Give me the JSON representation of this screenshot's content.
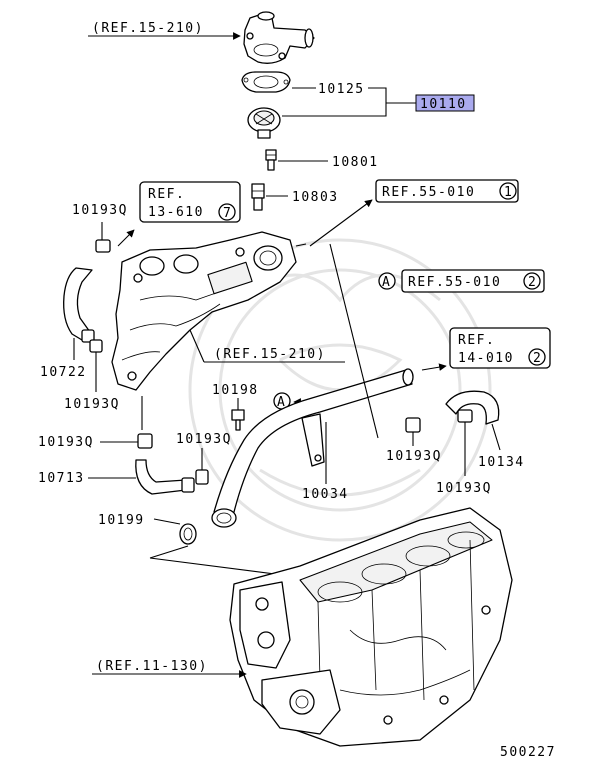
{
  "diagram": {
    "ref_top": "(REF.15-210)",
    "ref_mid": "(REF.15-210)",
    "ref_bottom": "(REF.11-130)",
    "ref_box_13610_line1": "REF.",
    "ref_box_13610_line2": "13-610",
    "ref_box_13610_num": "7",
    "ref_box_55010_1": "REF.55-010",
    "ref_box_55010_1_num": "1",
    "ref_box_55010_2": "REF.55-010",
    "ref_box_55010_2_num": "2",
    "ref_box_55010_2_marker": "A",
    "ref_box_14010_line1": "REF.",
    "ref_box_14010_line2": "14-010",
    "ref_box_14010_num": "2",
    "marker_a": "A",
    "parts": {
      "p10125": "10125",
      "p10110": "10110",
      "p10801": "10801",
      "p10803": "10803",
      "p10193q_tl": "10193Q",
      "p10722": "10722",
      "p10193q_l": "10193Q",
      "p10198": "10198",
      "p10193q_ll": "10193Q",
      "p10193q_m": "10193Q",
      "p10713": "10713",
      "p10034": "10034",
      "p10193q_r1": "10193Q",
      "p10134": "10134",
      "p10193q_r2": "10193Q",
      "p10199": "10199"
    },
    "diagram_id": "500227"
  }
}
